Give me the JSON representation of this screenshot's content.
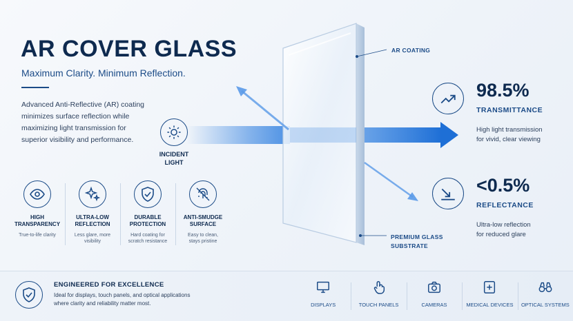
{
  "header": {
    "title": "AR COVER GLASS",
    "subtitle": "Maximum Clarity. Minimum Reflection.",
    "description": "Advanced Anti-Reflective (AR) coating minimizes surface reflection while maximizing light transmission for superior visibility and performance."
  },
  "incident": {
    "label_line1": "INCIDENT",
    "label_line2": "LIGHT",
    "icon": "sun-icon"
  },
  "features": [
    {
      "icon": "eye-icon",
      "title1": "HIGH",
      "title2": "TRANSPARENCY",
      "sub1": "True-to-life clarity",
      "sub2": ""
    },
    {
      "icon": "sparkle-icon",
      "title1": "ULTRA-LOW",
      "title2": "REFLECTION",
      "sub1": "Less glare, more",
      "sub2": "visibility"
    },
    {
      "icon": "shield-check-icon",
      "title1": "DURABLE",
      "title2": "PROTECTION",
      "sub1": "Hard coating for",
      "sub2": "scratch resistance"
    },
    {
      "icon": "fingerprint-icon",
      "title1": "ANTI-SMUDGE",
      "title2": "SURFACE",
      "sub1": "Easy to clean,",
      "sub2": "stays pristine"
    }
  ],
  "annotations": {
    "coating": "AR COATING",
    "substrate_line1": "PREMIUM GLASS",
    "substrate_line2": "SUBSTRATE"
  },
  "stats": [
    {
      "icon": "trend-up-icon",
      "value": "98.5%",
      "name": "TRANSMITTANCE",
      "note1": "High light transmission",
      "note2": "for vivid, clear viewing"
    },
    {
      "icon": "reflect-down-icon",
      "value": "<0.5%",
      "name": "REFLECTANCE",
      "note1": "Ultra-low reflection",
      "note2": "for reduced glare"
    }
  ],
  "footer": {
    "title": "ENGINEERED FOR EXCELLENCE",
    "desc1": "Ideal for displays, touch panels, and optical applications",
    "desc2": "where clarity and reliability matter most.",
    "apps": [
      {
        "icon": "monitor-icon",
        "label": "DISPLAYS"
      },
      {
        "icon": "touch-icon",
        "label": "TOUCH PANELS"
      },
      {
        "icon": "camera-icon",
        "label": "CAMERAS"
      },
      {
        "icon": "medical-icon",
        "label": "MEDICAL DEVICES"
      },
      {
        "icon": "binoculars-icon",
        "label": "OPTICAL SYSTEMS"
      }
    ]
  },
  "colors": {
    "navy": "#0e2a4f",
    "accent": "#1b4b87",
    "beam": "#2f7fe0"
  }
}
